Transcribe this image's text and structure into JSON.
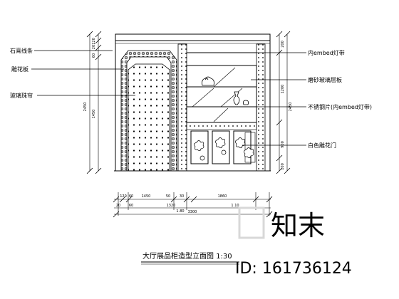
{
  "labels_left": [
    "石膏线条",
    "雕花板",
    "玻璃珠帘"
  ],
  "labels_right": [
    "内embed灯带",
    "磨砂玻璃层板",
    "不锈钢片(内embed灯带)",
    "白色雕花门"
  ],
  "dims_left": [
    "120",
    "20",
    "60",
    "2450",
    "1450"
  ],
  "dims_right": [
    "200",
    "1200",
    "2450",
    "900",
    "100"
  ],
  "dims_bottom_row1": [
    "120",
    "60",
    "1450",
    "50",
    "30",
    "1860"
  ],
  "dims_bottom_row2": [
    "20",
    "60",
    "1320",
    "1.80",
    "1.10",
    "3300"
  ],
  "title": "大厅展品柜造型立面图 1:30",
  "watermark": {
    "logo": "知末",
    "id": "ID: 161736124"
  }
}
